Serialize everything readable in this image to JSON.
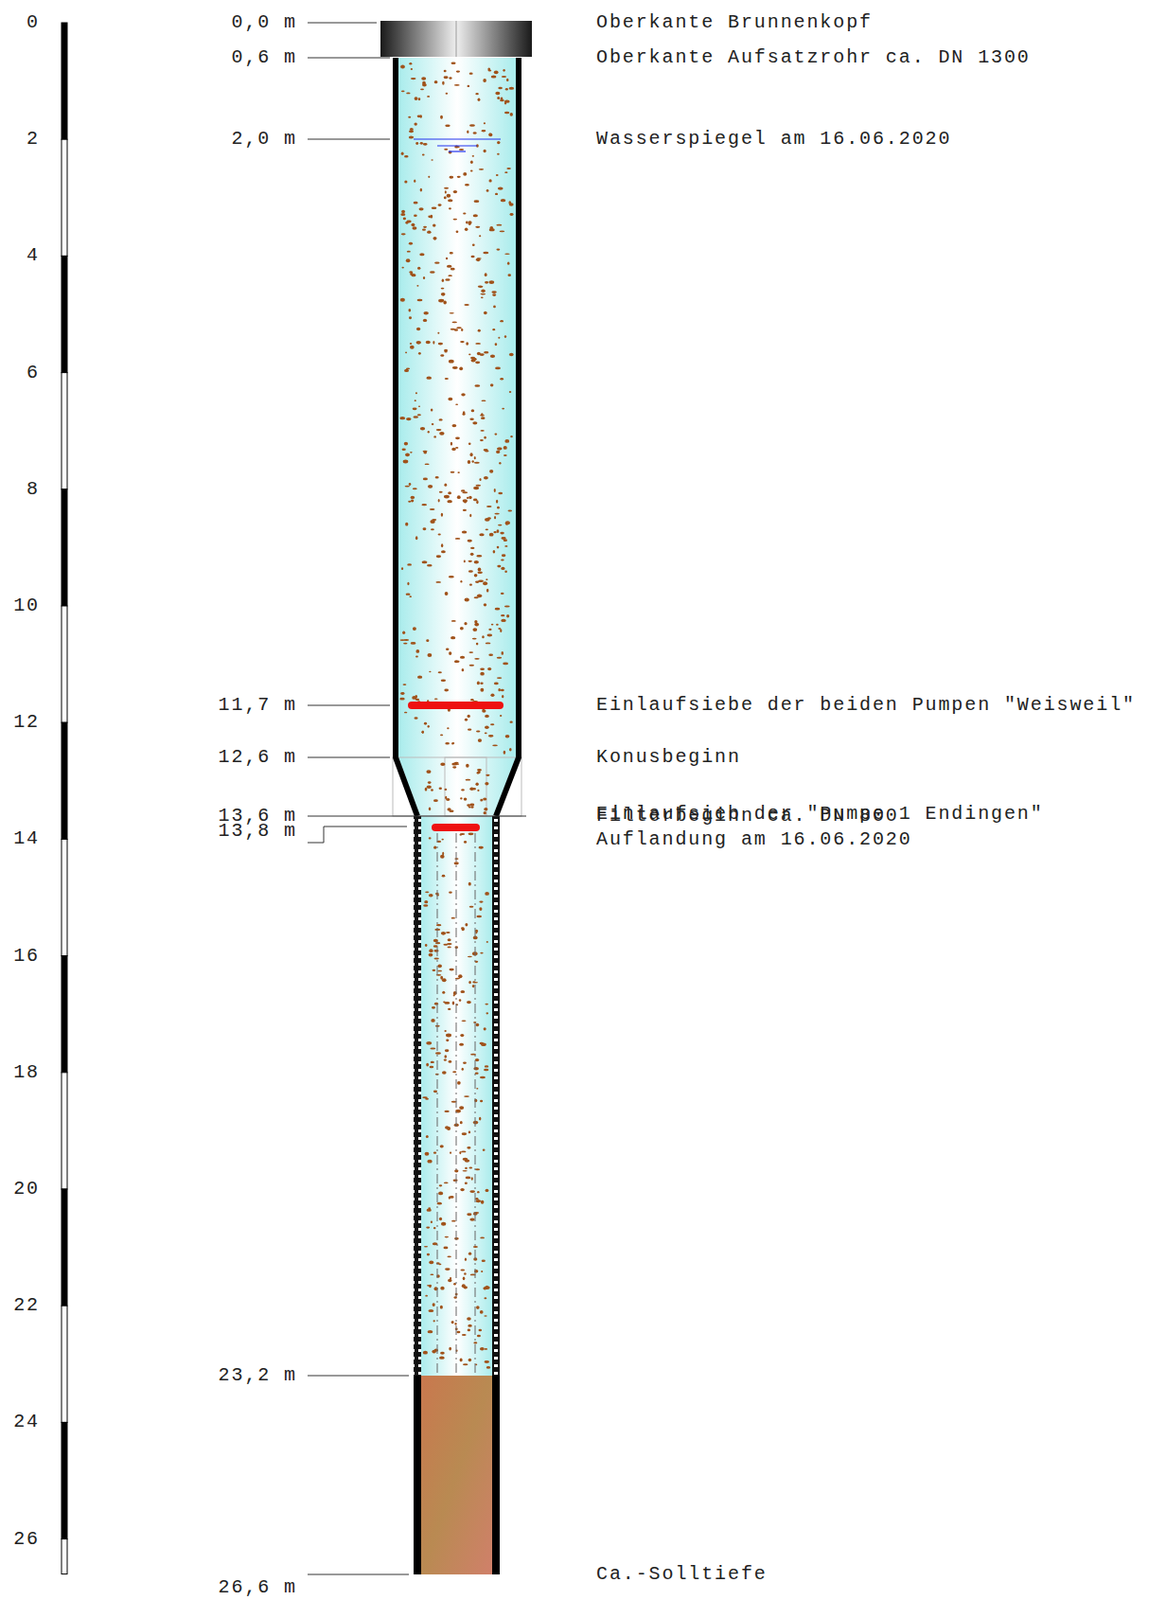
{
  "diagram": {
    "labels": [
      "0",
      "2",
      "4",
      "6",
      "8",
      "10",
      "12",
      "14",
      "16",
      "18",
      "20",
      "22",
      "24",
      "26",
      "0,0 m",
      "0,6 m",
      "2,0 m",
      "11,7 m",
      "12,6 m",
      "13,6 m",
      "13,8 m",
      "23,2 m",
      "26,6 m",
      "Oberkante Brunnenkopf",
      "Oberkante Aufsatzrohr ca. DN 1300",
      "Wasserspiegel am 16.06.2020",
      "Einlaufsiebe der beiden Pumpen \"Weisweil\"",
      "Konusbeginn",
      "Filterbeginn ca. DN 800",
      "Einlaufsieb der \"Pumpe 1 Endingen\"",
      "Auflandung am 16.06.2020",
      "Ca.-Solltiefe"
    ]
  }
}
